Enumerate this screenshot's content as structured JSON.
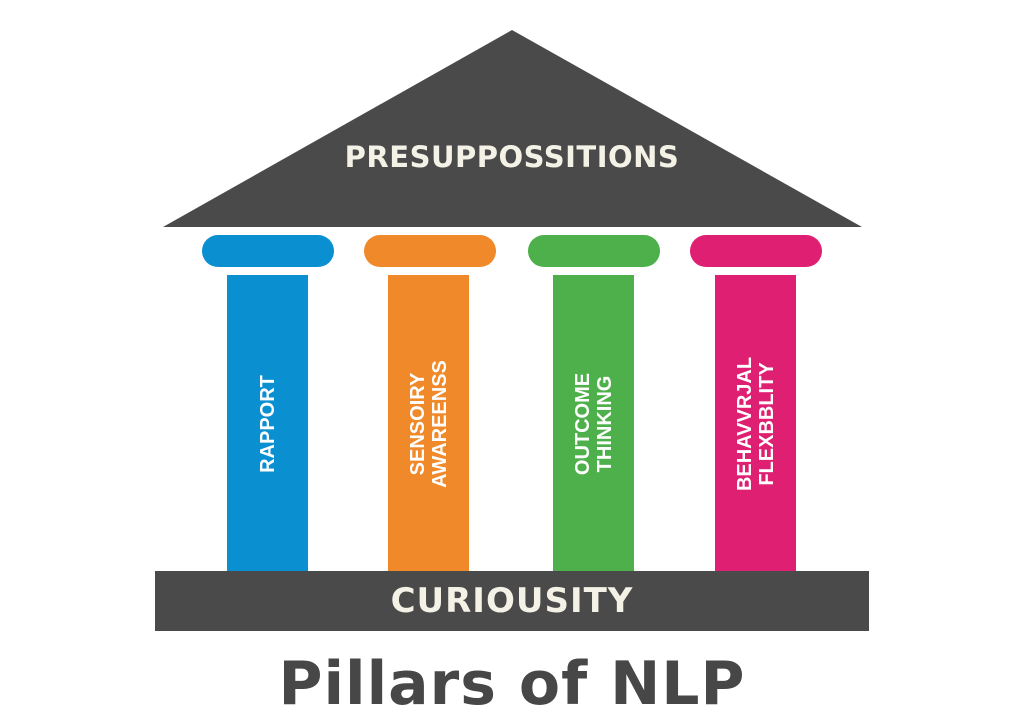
{
  "roof": {
    "label": "PRESUPPOSSITIONS",
    "color": "#4a4a4a"
  },
  "pillars": [
    {
      "lines": [
        "RAPPORT"
      ],
      "color": "#0a8fd0"
    },
    {
      "lines": [
        "SENSOIRY",
        "AWAREENSS"
      ],
      "color": "#f0892a"
    },
    {
      "lines": [
        "OUTCOME",
        "THINKING"
      ],
      "color": "#4db04a"
    },
    {
      "lines": [
        "BEHAVVRJAL",
        "FLEXBBLITY"
      ],
      "color": "#df1f72"
    }
  ],
  "base": {
    "label": "CURIOUSITY",
    "color": "#4a4a4a"
  },
  "title": "Pillars of NLP"
}
